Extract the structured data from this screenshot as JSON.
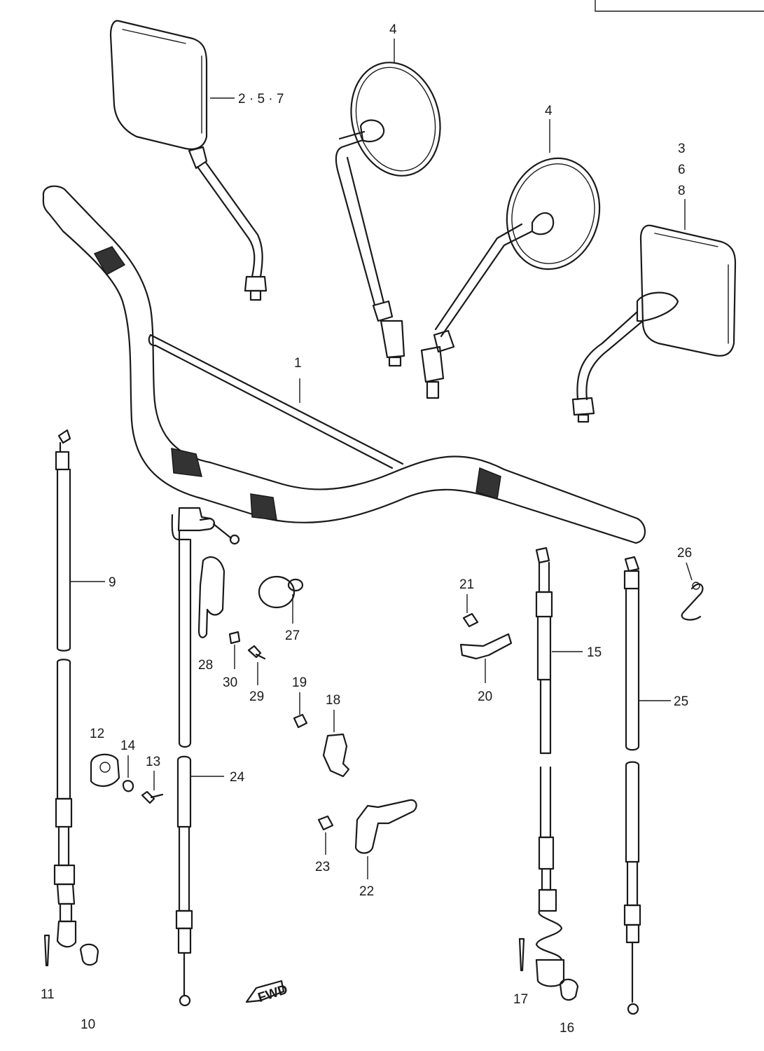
{
  "callouts": {
    "c1": "1",
    "c257": "2 · 5 · 7",
    "c4a": "4",
    "c4b": "4",
    "c368": [
      "3",
      "6",
      "8"
    ],
    "c9": "9",
    "c10": "10",
    "c11": "11",
    "c12": "12",
    "c13": "13",
    "c14": "14",
    "c15": "15",
    "c16": "16",
    "c17": "17",
    "c18": "18",
    "c19": "19",
    "c20": "20",
    "c21": "21",
    "c22": "22",
    "c23": "23",
    "c24": "24",
    "c25": "25",
    "c26": "26",
    "c27": "27",
    "c28": "28",
    "c29": "29",
    "c30": "30"
  },
  "fwd_label": "FWD"
}
